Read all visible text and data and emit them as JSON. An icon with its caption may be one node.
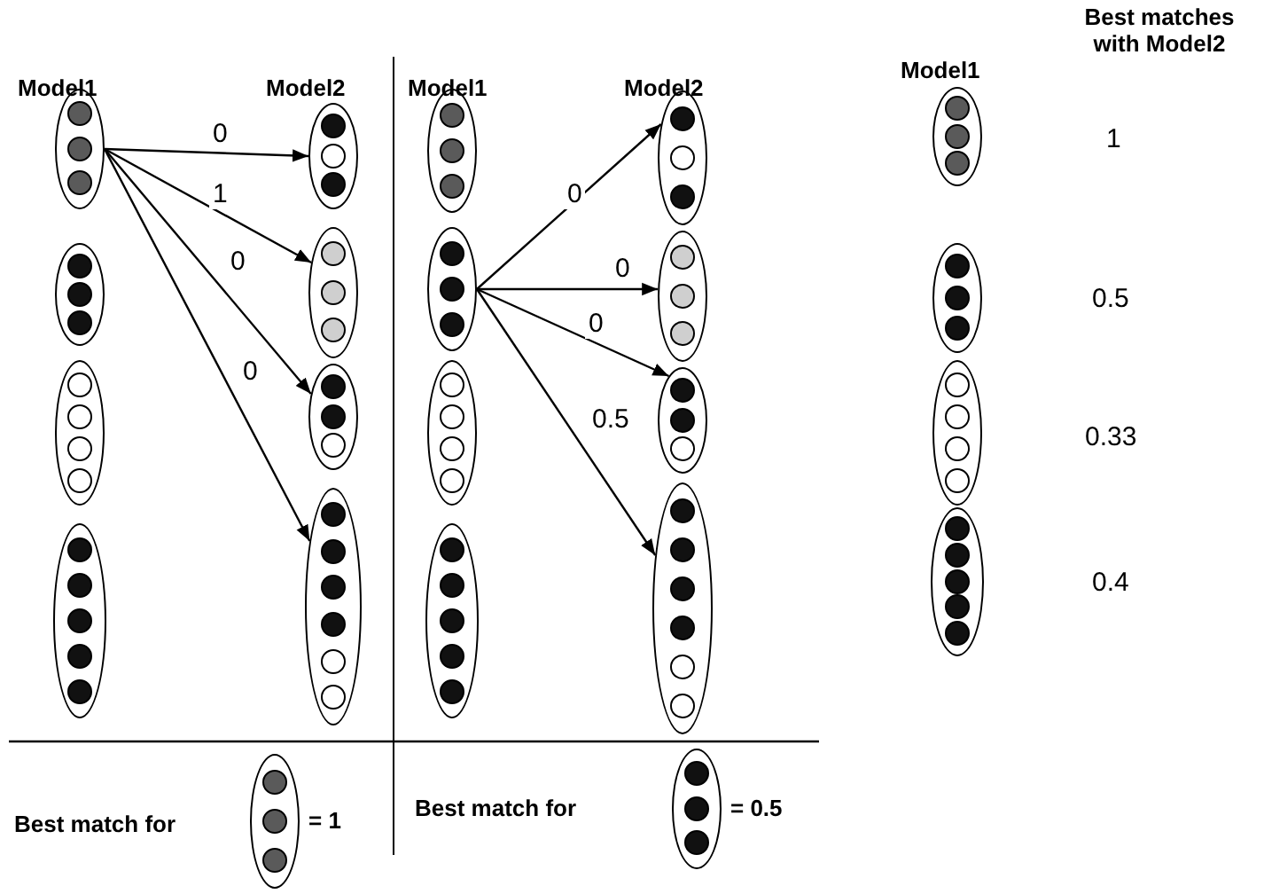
{
  "diagram": {
    "nodes": [
      {
        "text": [],
        "shape": "ellipse"
      },
      {
        "text": [],
        "shape": "ellipse"
      },
      {
        "text": [],
        "shape": "ellipse"
      },
      {
        "text": [],
        "shape": "ellipse"
      },
      {
        "text": [],
        "shape": "ellipse"
      },
      {
        "text": [],
        "shape": "ellipse"
      },
      {
        "text": [],
        "shape": "ellipse"
      },
      {
        "text": [],
        "shape": "ellipse"
      },
      {
        "text": [],
        "shape": "ellipse"
      },
      {
        "text": [],
        "shape": "ellipse"
      },
      {
        "text": [],
        "shape": "ellipse"
      },
      {
        "text": [],
        "shape": "ellipse"
      },
      {
        "text": [],
        "shape": "ellipse"
      },
      {
        "text": [],
        "shape": "ellipse"
      },
      {
        "text": [],
        "shape": "ellipse"
      },
      {
        "text": [],
        "shape": "ellipse"
      },
      {
        "text": [],
        "shape": "ellipse"
      },
      {
        "text": [],
        "shape": "ellipse"
      },
      {
        "text": [],
        "shape": "ellipse"
      },
      {
        "text": [],
        "shape": "ellipse"
      },
      {
        "text": [],
        "shape": "ellipse",
        "beside": [
          "= 1"
        ]
      },
      {
        "text": [],
        "shape": "ellipse",
        "beside": [
          "= 0.5"
        ]
      }
    ],
    "edges": [
      {
        "from": 0,
        "to": 4,
        "arrow": "to",
        "label": "0"
      },
      {
        "from": 0,
        "to": 5,
        "arrow": "to",
        "label": "1"
      },
      {
        "from": 0,
        "to": 6,
        "arrow": "to",
        "label": "0"
      },
      {
        "from": 0,
        "to": 7,
        "arrow": "to",
        "label": "0"
      },
      {
        "from": 9,
        "to": 12,
        "arrow": "to",
        "label": "0"
      },
      {
        "from": 9,
        "to": 13,
        "arrow": "to",
        "label": "0"
      },
      {
        "from": 9,
        "to": 14,
        "arrow": "to",
        "label": "0"
      },
      {
        "from": 9,
        "to": 15,
        "arrow": "to",
        "label": "0.5"
      }
    ],
    "labels": [
      "Model1",
      "Model2",
      "Model1",
      "Model2",
      "Model1",
      "Best matches with Model2",
      "1",
      "0.5",
      "0.33",
      "0.4",
      "Best match for",
      "Best match for"
    ]
  }
}
